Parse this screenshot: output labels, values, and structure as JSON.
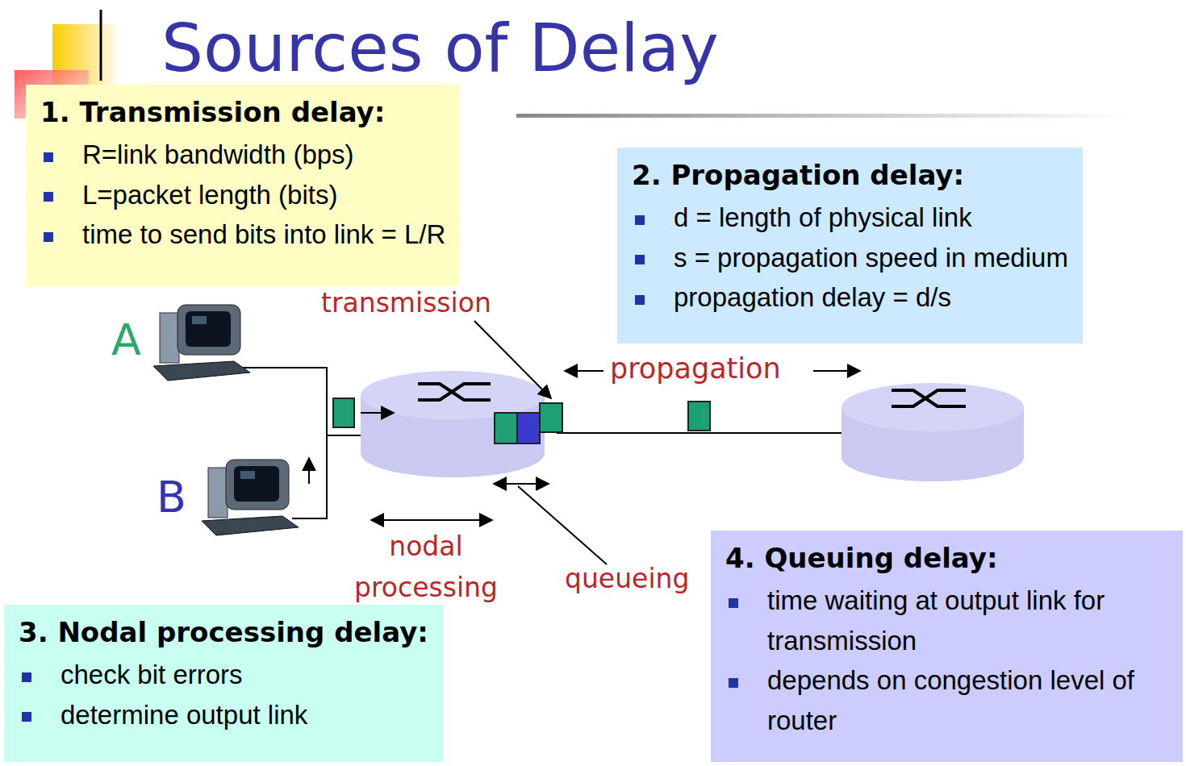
{
  "diagram": {
    "title": "Sources of Delay",
    "nodes": [
      {
        "text": [
          "1. Transmission delay:",
          "R=link bandwidth (bps)",
          "L=packet length (bits)",
          "time to send bits into link = L/R"
        ]
      },
      {
        "text": [
          "2. Propagation delay:",
          "d = length of physical link",
          "s = propagation speed in medium",
          "propagation delay = d/s"
        ]
      },
      {
        "text": [
          "3. Nodal processing delay:",
          "check bit errors",
          "determine output link"
        ]
      },
      {
        "text": [
          "4. Queuing delay:",
          "time waiting at output link for transmission",
          "depends on congestion level of router"
        ]
      }
    ],
    "labels": [
      "transmission",
      "propagation",
      "nodal processing",
      "queueing",
      "A",
      "B"
    ]
  }
}
